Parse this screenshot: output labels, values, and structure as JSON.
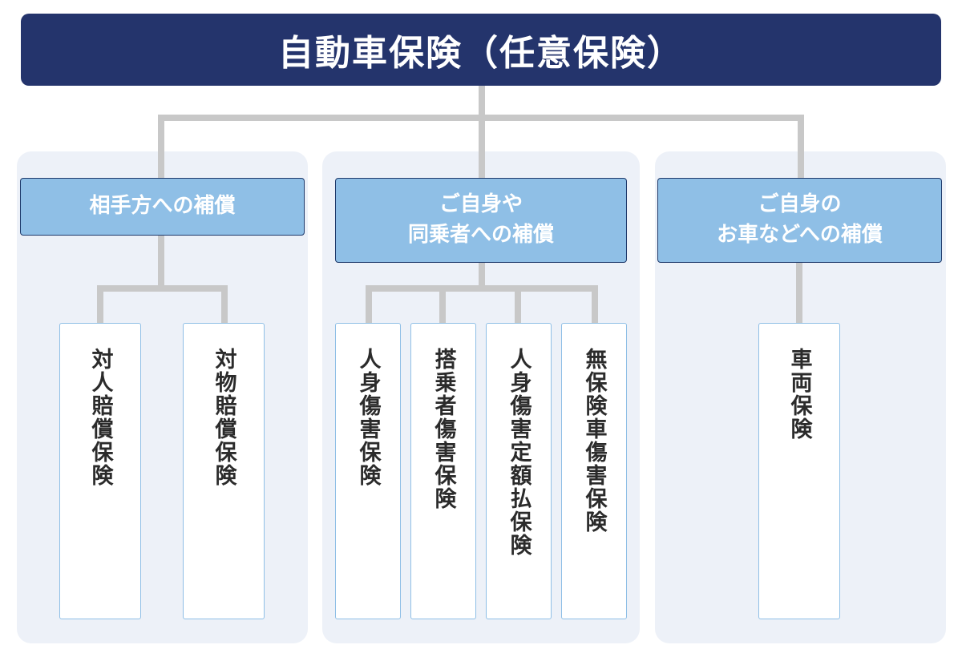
{
  "title": "自動車保険（任意保険）",
  "categories": [
    {
      "heading_lines": [
        "相手方への補償"
      ],
      "items": [
        "対人賠償保険",
        "対物賠償保険"
      ]
    },
    {
      "heading_lines": [
        "ご自身や",
        "同乗者への補償"
      ],
      "items": [
        "人身傷害保険",
        "搭乗者傷害保険",
        "人身傷害定額払保険",
        "無保険車傷害保険"
      ]
    },
    {
      "heading_lines": [
        "ご自身の",
        "お車などへの補償"
      ],
      "items": [
        "車両保険"
      ]
    }
  ],
  "colors": {
    "title_bg": "#24346c",
    "heading_bg": "#8fbfe6",
    "panel_bg": "#edf1f8",
    "connector": "#c8c8c8"
  }
}
